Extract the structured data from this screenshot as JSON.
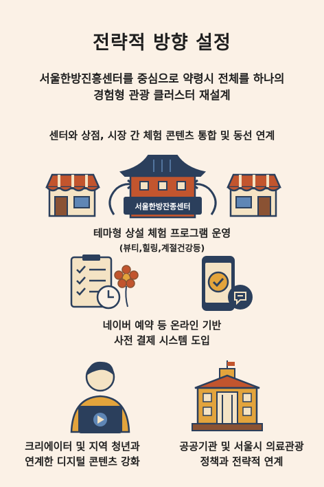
{
  "title": "전략적 방향 설정",
  "subtitle": {
    "line1": "서울한방진흥센터를 중심으로 약령시 전체를 하나의",
    "line2": "경험형 관광 클러스터 재설계"
  },
  "linkage": "센터와 상점, 시장 간 체험 콘텐츠 통합 및 동선 연계",
  "center_sign": "서울한방잔종센터",
  "program": {
    "line1": "테마형 상설 체험 프로그램 운영",
    "line2": "(뷰티,힐링,계절건강등)"
  },
  "booking": {
    "line1": "네이버 예약  등 온라인 기반",
    "line2": "사전 결제 시스템 도입"
  },
  "creator": {
    "line1": "크리에이터 및 지역 청년과",
    "line2": "연계한 디지털 콘텐츠 강화"
  },
  "public": {
    "line1": "공공기관 및 서울시 의료관광",
    "line2": "정책과 전략적 연계"
  },
  "colors": {
    "background": "#fbf1e6",
    "navy": "#2b3f5c",
    "terracotta": "#c2552e",
    "gold": "#e3a43c",
    "brown": "#8a5233",
    "cream": "#f4e3c4",
    "blue": "#5f86b5"
  }
}
